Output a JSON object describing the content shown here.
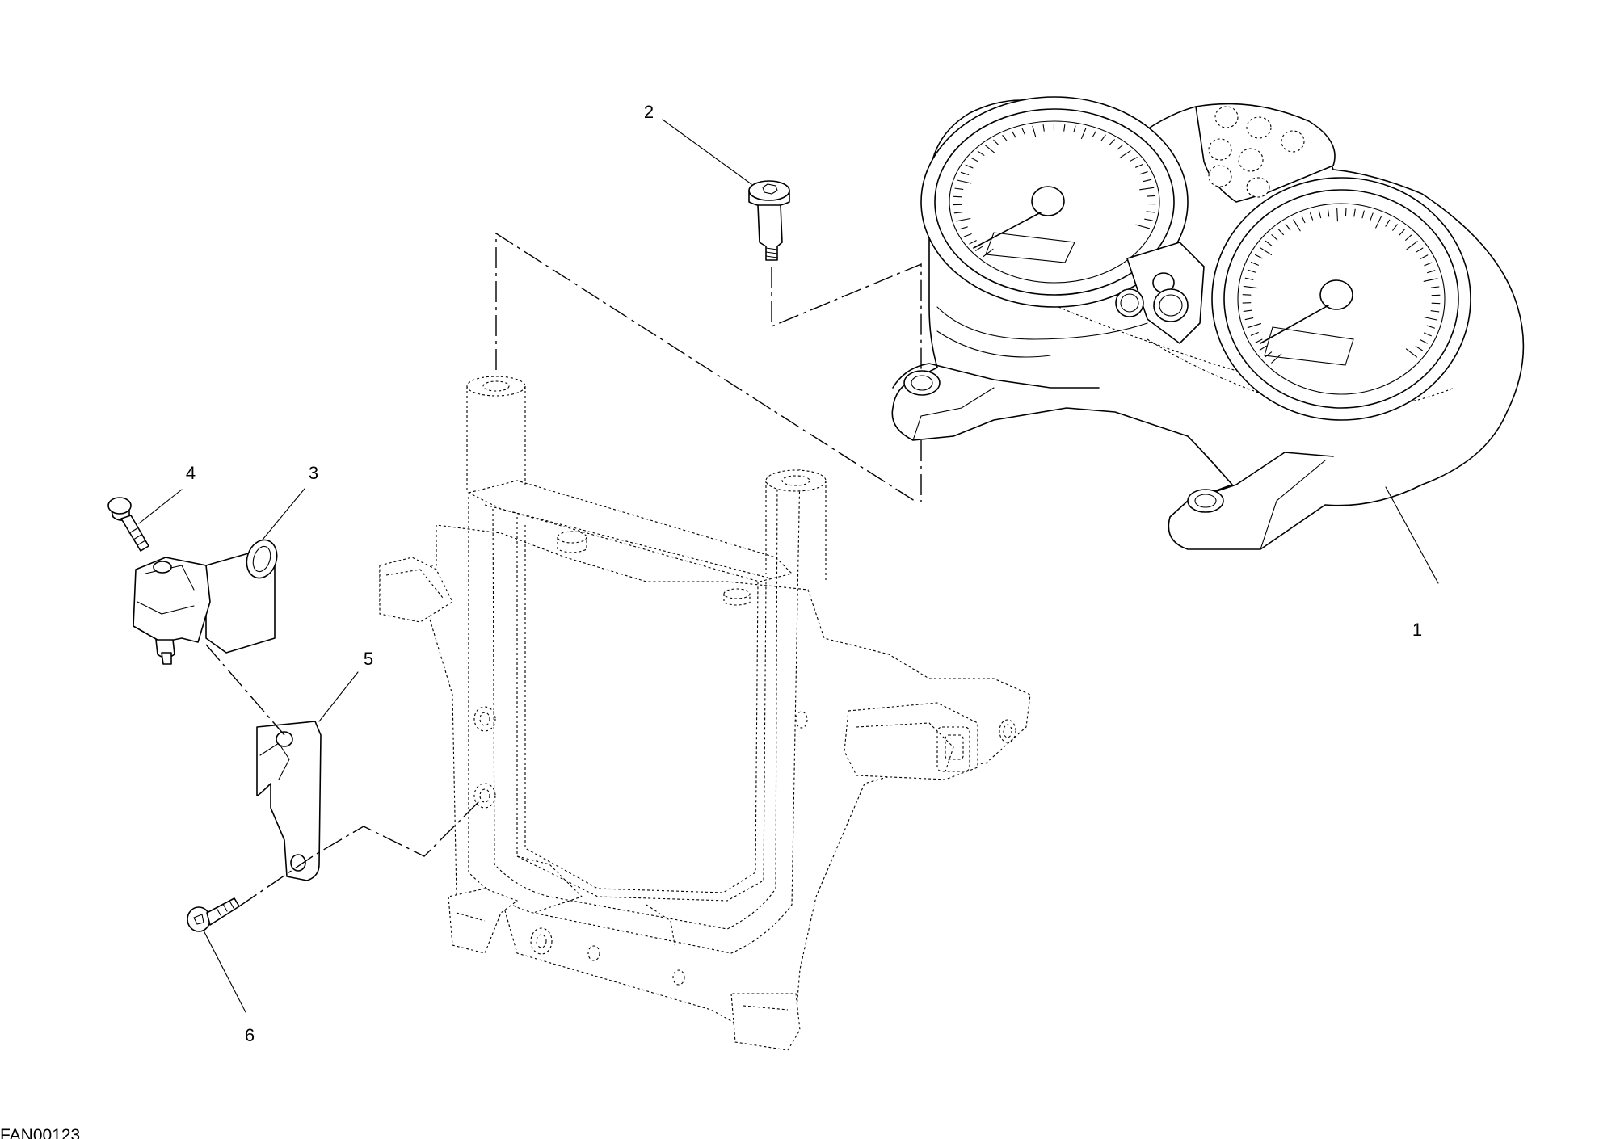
{
  "drawing_code": "FAN00123",
  "callouts": [
    {
      "id": "1",
      "label": "1"
    },
    {
      "id": "2",
      "label": "2"
    },
    {
      "id": "3",
      "label": "3"
    },
    {
      "id": "4",
      "label": "4"
    },
    {
      "id": "5",
      "label": "5"
    },
    {
      "id": "6",
      "label": "6"
    }
  ]
}
